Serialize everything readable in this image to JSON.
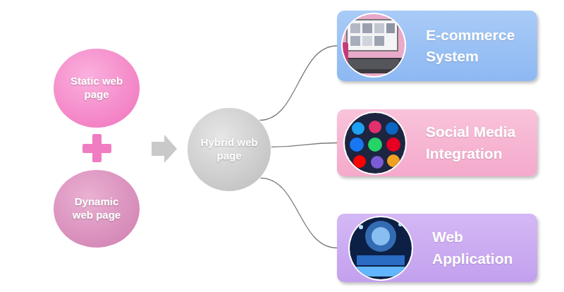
{
  "diagram": {
    "nodes": [
      {
        "text": [
          "Static web page"
        ]
      },
      {
        "text": [
          "Dynamic web page"
        ]
      },
      {
        "text": [
          "Hybrid web page"
        ]
      },
      {
        "text": [
          "E-commerce System"
        ]
      },
      {
        "text": [
          "Social Media Integration"
        ]
      },
      {
        "text": [
          "Web Application"
        ]
      }
    ],
    "edges": [
      {
        "from": 2,
        "to": 3,
        "arrow": "none"
      },
      {
        "from": 2,
        "to": 4,
        "arrow": "none"
      },
      {
        "from": 2,
        "to": 5,
        "arrow": "none"
      }
    ]
  }
}
